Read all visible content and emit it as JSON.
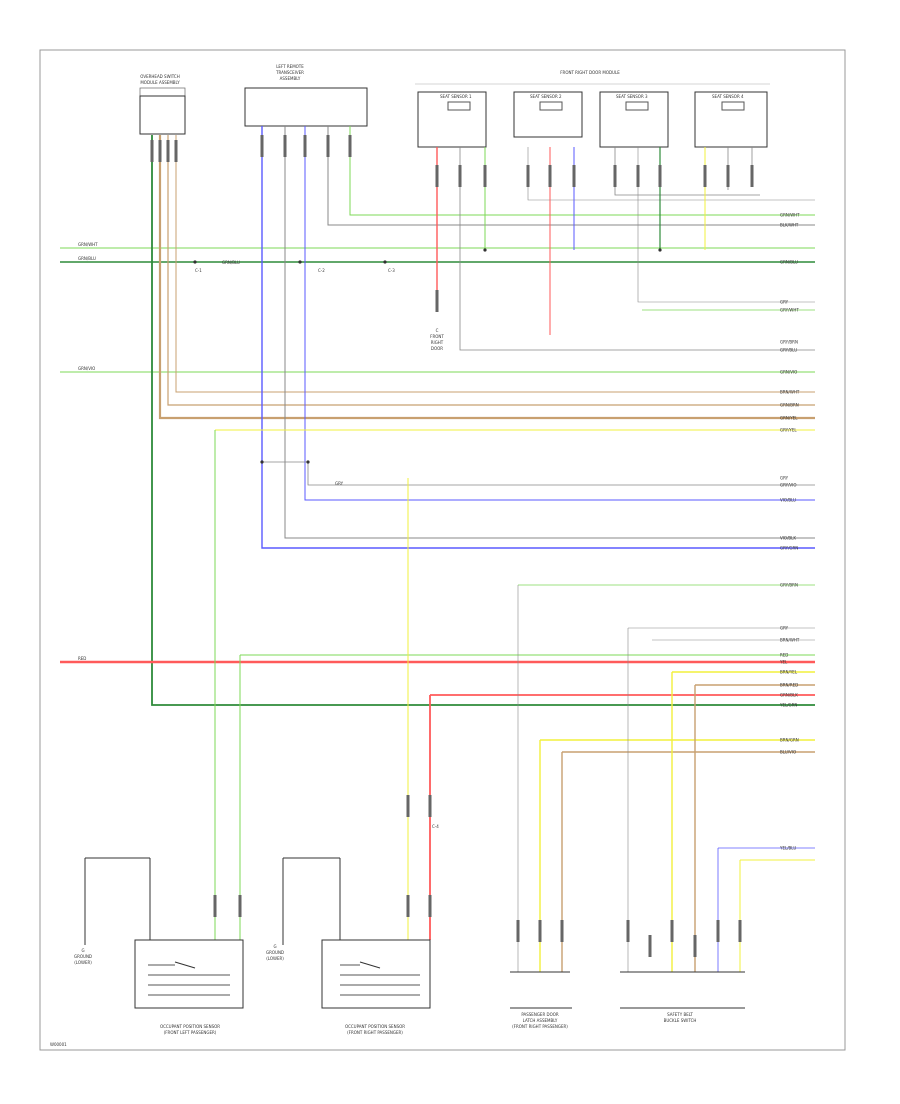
{
  "colors": {
    "green": "#7ed957",
    "darkgreen": "#2e8b3a",
    "red": "#ff5a5a",
    "blue": "#5a5aff",
    "yellow": "#f2f03c",
    "tan": "#c8a070",
    "gray": "#888888",
    "frame": "#999999"
  },
  "components": {
    "comp_a": {
      "label1": "OVERHEAD SWITCH",
      "label2": "MODULE ASSEMBLY"
    },
    "comp_b": {
      "label1": "LEFT REMOTE",
      "label2": "TRANSCEIVER",
      "label3": "ASSEMBLY"
    },
    "sensors_group": {
      "label": "FRONT RIGHT DOOR MODULE"
    },
    "sensor1": {
      "label": "SEAT SENSOR 1"
    },
    "sensor2": {
      "label": "SEAT SENSOR 2"
    },
    "sensor3": {
      "label": "SEAT SENSOR 3"
    },
    "sensor4": {
      "label": "SEAT SENSOR 4"
    },
    "bottom1": {
      "label1": "OCCUPANT POSITION SENSOR",
      "label2": "(FRONT LEFT PASSENGER)"
    },
    "bottom2": {
      "label1": "OCCUPANT POSITION SENSOR",
      "label2": "(FRONT RIGHT PASSENGER)"
    },
    "bottom3": {
      "label1": "PASSENGER DOOR",
      "label2": "LATCH ASSEMBLY",
      "label3": "(FRONT RIGHT PASSENGER)"
    },
    "bottom4": {
      "label1": "SAFETY BELT",
      "label2": "BUCKLE SWITCH"
    },
    "ground1": {
      "label1": "G",
      "label2": "GROUND",
      "label3": "(LOWER)"
    },
    "ground2": {
      "label1": "G",
      "label2": "GROUND",
      "label3": "(LOWER)"
    },
    "conn_mid": {
      "label1": "C",
      "label2": "FRONT",
      "label3": "RIGHT",
      "label4": "DOOR"
    }
  },
  "right_labels": [
    "GRN/WHT",
    "BLK/WHT",
    "GRN/BLU",
    "GRY",
    "GRY/WHT",
    "GRY/BRN",
    "GRY/BLU",
    "GRN/VIO",
    "BRN/WHT",
    "GRN/BRN",
    "GRN/YEL",
    "GRY/YEL",
    "GRY",
    "GRY/VIO",
    "VIO/BLU",
    "VIO/BLK",
    "GRY/GRN",
    "GRY/BRN",
    "GRY",
    "BRN/WHT",
    "RED",
    "YEL",
    "BRN/YEL",
    "BRN/RED",
    "GRN/BLK",
    "YEL/GRN",
    "BRN/GRN",
    "BLU/VIO",
    "YEL/BLU"
  ],
  "left_labels": [
    "GRN/WHT",
    "GRN/BLU",
    "GRN/VIO",
    "RED"
  ],
  "mid_labels": [
    "C-1",
    "GRN/BLU",
    "C-2",
    "C-3",
    "C-4",
    "GRY"
  ],
  "footer": {
    "code": "W00001"
  }
}
